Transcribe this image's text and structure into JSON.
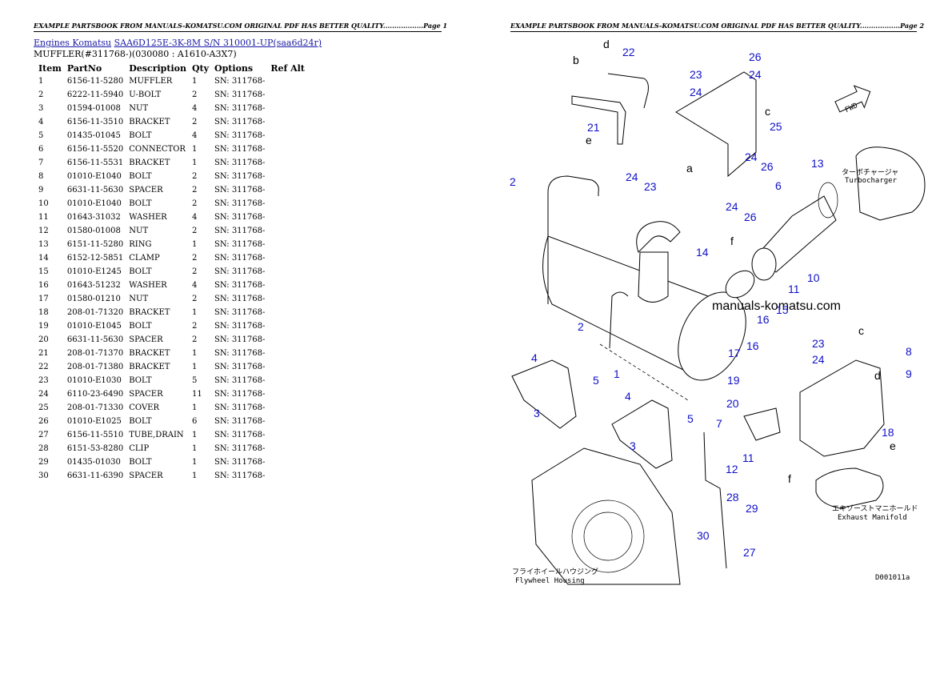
{
  "header": {
    "page1": "EXAMPLE PARTSBOOK FROM MANUALS-KOMATSU.COM ORIGINAL PDF HAS BETTER QUALITY..................Page 1",
    "page2": "EXAMPLE PARTSBOOK FROM MANUALS-KOMATSU.COM ORIGINAL PDF HAS BETTER QUALITY..................Page 2"
  },
  "breadcrumb": {
    "link1": "Engines Komatsu",
    "link2": "SAA6D125E-3K-8M S/N 310001-UP(saa6d24r)"
  },
  "subtitle": "MUFFLER(#311768-)(030080 : A1610-A3X7)",
  "table": {
    "columns": [
      "Item",
      "PartNo",
      "Description",
      "Qty",
      "Options",
      "Ref Alt"
    ],
    "rows": [
      [
        "1",
        "6156-11-5280",
        "MUFFLER",
        "1",
        "SN: 311768-",
        ""
      ],
      [
        "2",
        "6222-11-5940",
        "U-BOLT",
        "2",
        "SN: 311768-",
        ""
      ],
      [
        "3",
        "01594-01008",
        "NUT",
        "4",
        "SN: 311768-",
        ""
      ],
      [
        "4",
        "6156-11-3510",
        "BRACKET",
        "2",
        "SN: 311768-",
        ""
      ],
      [
        "5",
        "01435-01045",
        "BOLT",
        "4",
        "SN: 311768-",
        ""
      ],
      [
        "6",
        "6156-11-5520",
        "CONNECTOR",
        "1",
        "SN: 311768-",
        ""
      ],
      [
        "7",
        "6156-11-5531",
        "BRACKET",
        "1",
        "SN: 311768-",
        ""
      ],
      [
        "8",
        "01010-E1040",
        "BOLT",
        "2",
        "SN: 311768-",
        ""
      ],
      [
        "9",
        "6631-11-5630",
        "SPACER",
        "2",
        "SN: 311768-",
        ""
      ],
      [
        "10",
        "01010-E1040",
        "BOLT",
        "2",
        "SN: 311768-",
        ""
      ],
      [
        "11",
        "01643-31032",
        "WASHER",
        "4",
        "SN: 311768-",
        ""
      ],
      [
        "12",
        "01580-01008",
        "NUT",
        "2",
        "SN: 311768-",
        ""
      ],
      [
        "13",
        "6151-11-5280",
        "RING",
        "1",
        "SN: 311768-",
        ""
      ],
      [
        "14",
        "6152-12-5851",
        "CLAMP",
        "2",
        "SN: 311768-",
        ""
      ],
      [
        "15",
        "01010-E1245",
        "BOLT",
        "2",
        "SN: 311768-",
        ""
      ],
      [
        "16",
        "01643-51232",
        "WASHER",
        "4",
        "SN: 311768-",
        ""
      ],
      [
        "17",
        "01580-01210",
        "NUT",
        "2",
        "SN: 311768-",
        ""
      ],
      [
        "18",
        "208-01-71320",
        "BRACKET",
        "1",
        "SN: 311768-",
        ""
      ],
      [
        "19",
        "01010-E1045",
        "BOLT",
        "2",
        "SN: 311768-",
        ""
      ],
      [
        "20",
        "6631-11-5630",
        "SPACER",
        "2",
        "SN: 311768-",
        ""
      ],
      [
        "21",
        "208-01-71370",
        "BRACKET",
        "1",
        "SN: 311768-",
        ""
      ],
      [
        "22",
        "208-01-71380",
        "BRACKET",
        "1",
        "SN: 311768-",
        ""
      ],
      [
        "23",
        "01010-E1030",
        "BOLT",
        "5",
        "SN: 311768-",
        ""
      ],
      [
        "24",
        "6110-23-6490",
        "SPACER",
        "11",
        "SN: 311768-",
        ""
      ],
      [
        "25",
        "208-01-71330",
        "COVER",
        "1",
        "SN: 311768-",
        ""
      ],
      [
        "26",
        "01010-E1025",
        "BOLT",
        "6",
        "SN: 311768-",
        ""
      ],
      [
        "27",
        "6156-11-5510",
        "TUBE,DRAIN",
        "1",
        "SN: 311768-",
        ""
      ],
      [
        "28",
        "6151-53-8280",
        "CLIP",
        "1",
        "SN: 311768-",
        ""
      ],
      [
        "29",
        "01435-01030",
        "BOLT",
        "1",
        "SN: 311768-",
        ""
      ],
      [
        "30",
        "6631-11-6390",
        "SPACER",
        "1",
        "SN: 311768-",
        ""
      ]
    ]
  },
  "diagram": {
    "watermark": "manuals-komatsu.com",
    "fwd": "FWD",
    "turbo_jp": "ターボチャージャ",
    "turbo_en": "Turbocharger",
    "exhaust_jp": "エキゾーストマニホールド",
    "exhaust_en": "Exhaust Manifold",
    "flywheel_jp": "フライホイールハウジング",
    "flywheel_en": "Flywheel Housing",
    "code": "D001011a",
    "letters": {
      "a": "a",
      "b": "b",
      "c": "c",
      "d": "d",
      "e": "e",
      "f": "f"
    },
    "callouts": {
      "c1": "1",
      "c2": "2",
      "c3": "3",
      "c4": "4",
      "c5": "5",
      "c6": "6",
      "c7": "7",
      "c8": "8",
      "c9": "9",
      "c10": "10",
      "c11": "11",
      "c12": "12",
      "c13": "13",
      "c14": "14",
      "c15": "15",
      "c16": "16",
      "c17": "17",
      "c18": "18",
      "c19": "19",
      "c20": "20",
      "c21": "21",
      "c22": "22",
      "c23": "23",
      "c24": "24",
      "c25": "25",
      "c26": "26",
      "c27": "27",
      "c28": "28",
      "c29": "29",
      "c30": "30"
    }
  }
}
